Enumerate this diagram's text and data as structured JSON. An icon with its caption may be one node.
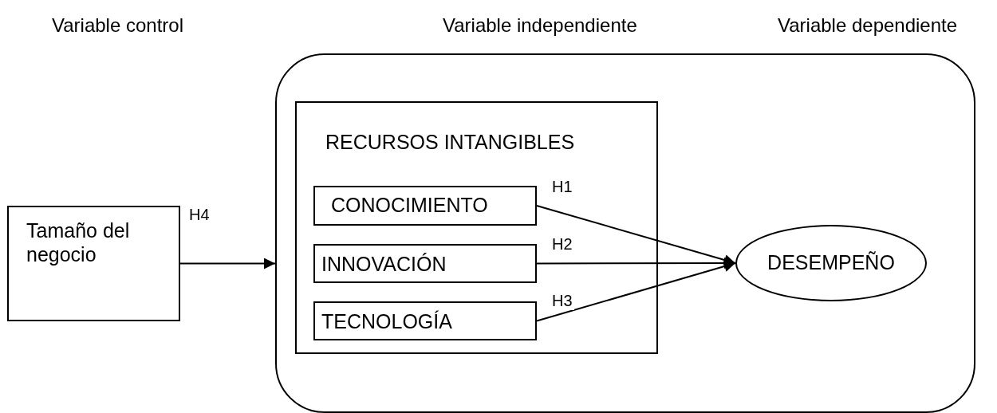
{
  "diagram": {
    "nodes": [
      {
        "text": [
          "Tamaño del negocio"
        ]
      },
      {
        "text": [],
        "shape": "box"
      },
      {
        "text": [
          "RECURSOS INTANGIBLES"
        ],
        "in": 1
      },
      {
        "text": [
          "CONOCIMIENTO"
        ],
        "in": 2
      },
      {
        "text": [
          "INNOVACIÓN"
        ],
        "in": 2
      },
      {
        "text": [
          "TECNOLOGÍA"
        ],
        "in": 2
      },
      {
        "text": [
          "DESEMPEÑO"
        ],
        "in": 1
      }
    ],
    "edges": [
      {
        "from": 0,
        "to": 1,
        "arrow": "to",
        "label": "H4"
      },
      {
        "from": 3,
        "to": 6,
        "arrow": "to",
        "label": "H1"
      },
      {
        "from": 4,
        "to": 6,
        "arrow": "to",
        "label": "H2"
      },
      {
        "from": 5,
        "to": 6,
        "arrow": "to",
        "label": "H3"
      }
    ],
    "labels": [
      "Variable control",
      "Variable independiente",
      "Variable dependiente"
    ]
  }
}
